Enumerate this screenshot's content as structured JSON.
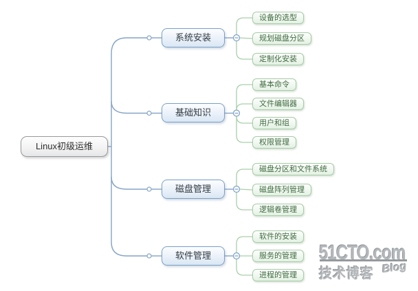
{
  "diagram": {
    "type": "mindmap",
    "root": {
      "label": "Linux初级运维"
    },
    "branches": [
      {
        "label": "系统安装",
        "children": [
          "设备的选型",
          "规划磁盘分区",
          "定制化安装"
        ]
      },
      {
        "label": "基础知识",
        "children": [
          "基本命令",
          "文件编辑器",
          "用户和组",
          "权限管理"
        ]
      },
      {
        "label": "磁盘管理",
        "children": [
          "磁盘分区和文件系统",
          "磁盘阵列管理",
          "逻辑卷管理"
        ]
      },
      {
        "label": "软件管理",
        "children": [
          "软件的安装",
          "服务的管理",
          "进程的管理"
        ]
      }
    ]
  },
  "watermark": {
    "brand": "51CTO.com",
    "tagline": "技术博客",
    "sub": "Blog"
  },
  "colors": {
    "branch_line": "#84a3c6",
    "branch_border": "#7aa0c8",
    "child_line": "#a9cfa9",
    "child_border": "#a6cca6",
    "root_border": "#97999b",
    "watermark_gray": "#b4b7ba"
  }
}
